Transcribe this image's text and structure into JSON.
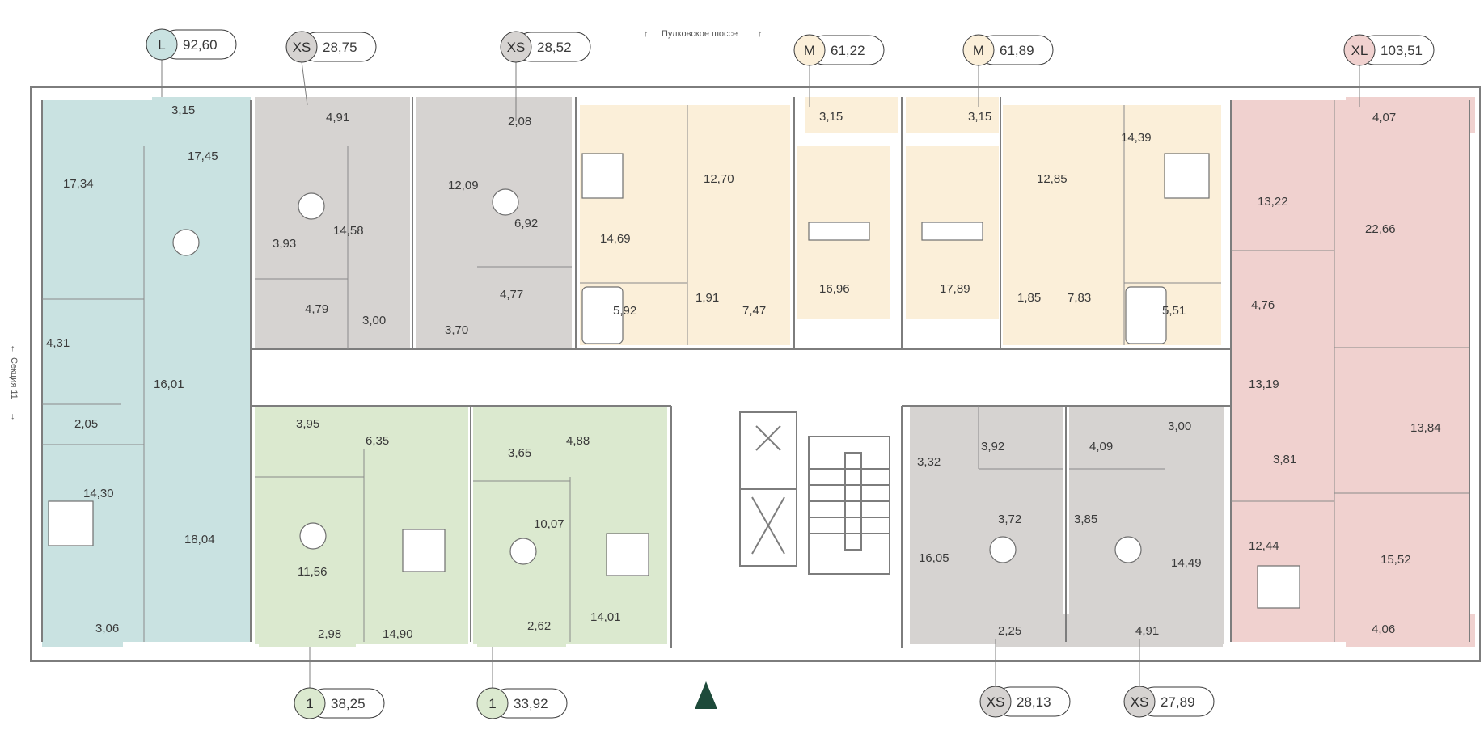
{
  "street_label": "Пулковское шоссе",
  "section_label": "Секция 11",
  "colors": {
    "L": "#c9e2e1",
    "XS": "#d6d3d1",
    "M": "#fbefd9",
    "XL": "#f0d1cf",
    "one": "#dbe9cf",
    "common": "#ffffff",
    "wall": "#7d7d7d",
    "arrow": "#1d4a3a"
  },
  "apartments": [
    {
      "type": "L",
      "area": "92,60"
    },
    {
      "type": "XS",
      "area": "28,75"
    },
    {
      "type": "XS",
      "area": "28,52"
    },
    {
      "type": "M",
      "area": "61,22"
    },
    {
      "type": "M",
      "area": "61,89"
    },
    {
      "type": "XL",
      "area": "103,51"
    },
    {
      "type": "1",
      "area": "38,25"
    },
    {
      "type": "1",
      "area": "33,92"
    },
    {
      "type": "XS",
      "area": "28,13"
    },
    {
      "type": "XS",
      "area": "27,89"
    }
  ],
  "rooms": [
    "3,15",
    "17,34",
    "17,45",
    "4,31",
    "16,01",
    "2,05",
    "14,30",
    "18,04",
    "3,06",
    "4,91",
    "14,58",
    "3,93",
    "4,79",
    "3,00",
    "2,08",
    "12,09",
    "6,92",
    "3,70",
    "4,77",
    "14,69",
    "12,70",
    "5,92",
    "1,91",
    "7,47",
    "3,15",
    "16,96",
    "3,15",
    "17,89",
    "12,85",
    "14,39",
    "1,85",
    "7,83",
    "5,51",
    "4,07",
    "13,22",
    "22,66",
    "4,76",
    "13,19",
    "13,84",
    "3,81",
    "12,44",
    "15,52",
    "4,06",
    "3,95",
    "6,35",
    "11,56",
    "2,98",
    "14,90",
    "3,65",
    "4,88",
    "10,07",
    "2,62",
    "14,01",
    "3,32",
    "3,92",
    "16,05",
    "3,72",
    "2,25",
    "4,09",
    "3,00",
    "3,85",
    "14,49",
    "4,91"
  ]
}
